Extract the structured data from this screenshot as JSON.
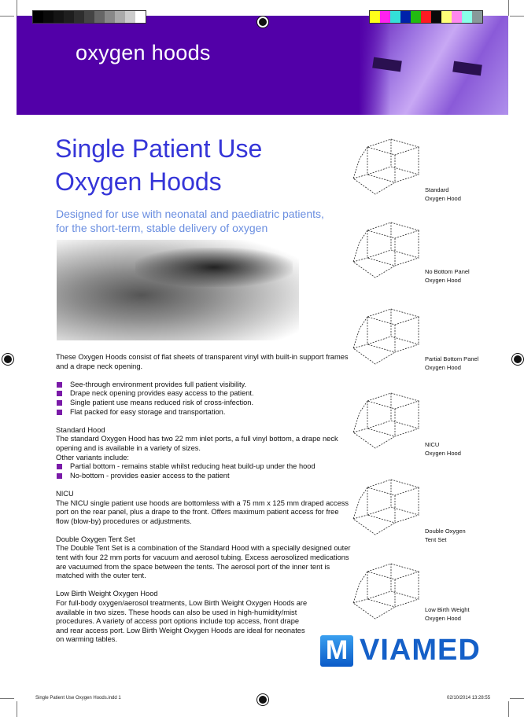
{
  "header": {
    "title": "oxygen hoods"
  },
  "color_bars": {
    "gray": [
      "#000000",
      "#0a0a0a",
      "#141414",
      "#1e1e1e",
      "#2e2e2e",
      "#444444",
      "#666666",
      "#888888",
      "#aaaaaa",
      "#cccccc",
      "#ffffff"
    ],
    "color": [
      "#ffff1a",
      "#ff22ee",
      "#33e0d8",
      "#0022aa",
      "#22bb11",
      "#ff1a22",
      "#0a0a0a",
      "#ffff77",
      "#ff88ee",
      "#88ffe8",
      "#889999"
    ]
  },
  "colors": {
    "band": "#5200a8",
    "title": "#3535d8",
    "subtitle": "#6a8ee0",
    "bullet": "#7a1aa8",
    "logo": "#1560c8"
  },
  "main": {
    "title_line1": "Single Patient Use",
    "title_line2": "Oxygen Hoods",
    "subtitle_line1": "Designed for use with neonatal and paediatric patients,",
    "subtitle_line2": "for the short-term, stable delivery of oxygen",
    "intro": "These Oxygen Hoods consist of flat sheets of transparent vinyl with built-in support frames and a drape neck opening.",
    "features": [
      "See-through environment provides full patient visibility.",
      "Drape neck opening provides easy access to the patient.",
      "Single patient use means reduced risk of cross-infection.",
      "Flat packed for easy storage and transportation."
    ],
    "standard": {
      "heading": "Standard Hood",
      "text": "The standard Oxygen Hood has two 22 mm inlet ports, a full vinyl bottom, a drape neck opening and is available in a variety of sizes.",
      "variants_intro": "Other variants include:",
      "variants": [
        "Partial bottom - remains stable whilst reducing heat build-up under the hood",
        "No-bottom - provides easier access to the patient"
      ]
    },
    "nicu": {
      "heading": "NICU",
      "text": "The NICU single patient use hoods are bottomless with a 75 mm x 125 mm draped access port on the rear panel, plus a drape to the front. Offers maximum patient access for free flow (blow-by) procedures or adjustments."
    },
    "double": {
      "heading": "Double Oxygen Tent Set",
      "text": "The Double Tent Set is a combination of the Standard Hood with a specially designed outer tent with four 22 mm ports for vacuum and aerosol tubing. Excess aerosolized medications are vacuumed from the space between the tents. The aerosol port of the inner tent is matched with the outer tent."
    },
    "lbw": {
      "heading": "Low Birth Weight Oxygen Hood",
      "text": "For full-body oxygen/aerosol treatments, Low Birth Weight Oxygen Hoods are available in two sizes. These hoods can also be used in high-humidity/mist procedures. A variety of access port options include top access, front drape and rear access port. Low Birth Weight Oxygen Hoods are ideal for neonates on warming tables."
    }
  },
  "hoods": [
    {
      "line1": "Standard",
      "line2": "Oxygen Hood"
    },
    {
      "line1": "No Bottom Panel",
      "line2": "Oxygen Hood"
    },
    {
      "line1": "Partial Bottom Panel",
      "line2": "Oxygen Hood"
    },
    {
      "line1": "NICU",
      "line2": "Oxygen Hood"
    },
    {
      "line1": "Double Oxygen",
      "line2": "Tent Set"
    },
    {
      "line1": "Low Birth Weight",
      "line2": "Oxygen Hood"
    }
  ],
  "logo": {
    "mark": "M",
    "text": "VIAMED"
  },
  "footer": {
    "file": "Single Patient Use Oxygen Hoods.indd   1",
    "timestamp": "02/10/2014   13:28:55"
  }
}
